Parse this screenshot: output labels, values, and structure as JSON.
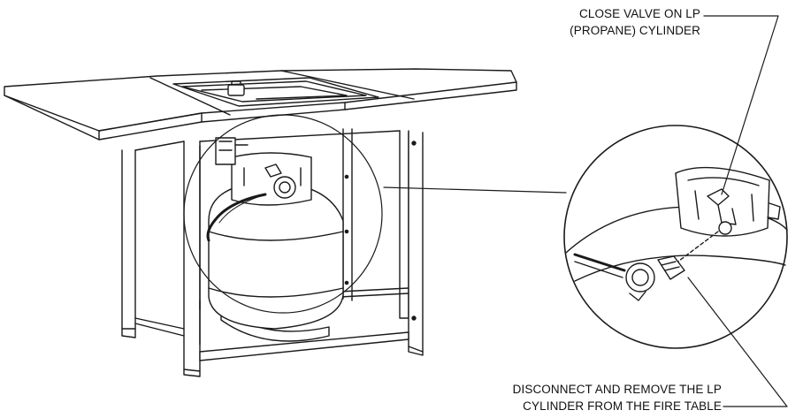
{
  "callouts": {
    "close_valve": {
      "line1": "CLOSE VALVE ON LP",
      "line2": "(PROPANE) CYLINDER"
    },
    "disconnect": {
      "line1": "DISCONNECT AND REMOVE THE LP",
      "line2": "CYLINDER FROM THE FIRE TABLE"
    }
  },
  "colors": {
    "line": "#1a1a1a",
    "fill": "#ffffff",
    "background": "#ffffff"
  },
  "icons": [
    "fire-table",
    "propane-cylinder",
    "valve-handle",
    "regulator",
    "detail-magnifier-circle"
  ]
}
